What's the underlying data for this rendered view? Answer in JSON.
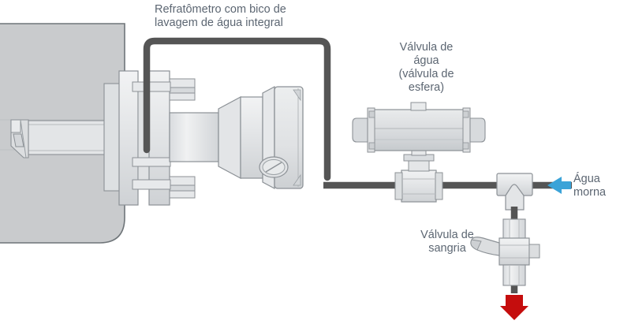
{
  "diagram": {
    "title_alt": "Refratometro com bico de lavagem de agua integral - instalacao",
    "labels": {
      "refractometer": "Refratômetro com bico de\nlavagem de água integral",
      "water_valve": "Válvula de\nágua\n(válvula de\nesfera)",
      "bleed_valve": "Válvula de\nsangria",
      "warm_water": "Água\nmorna"
    },
    "colors": {
      "text": "#5c6672",
      "pipe": "#555555",
      "metal_light": "#eaecee",
      "metal_mid": "#d6d9dc",
      "metal_dark": "#c2c6ca",
      "tank_fill": "#c9cbcd",
      "outline": "#8c9196",
      "arrow_inlet": "#3ba3d8",
      "arrow_drain": "#c50d0d",
      "background": "#ffffff"
    },
    "flow": {
      "inlet_label": "Água morna",
      "inlet_direction": "left",
      "drain_direction": "down"
    },
    "components": [
      "tank-wall",
      "probe",
      "flange-assembly",
      "refractometer-head",
      "wash-nozzle-pipe",
      "ball-valve-actuator",
      "tee-fitting",
      "bleed-valve",
      "drain-pipe"
    ]
  }
}
